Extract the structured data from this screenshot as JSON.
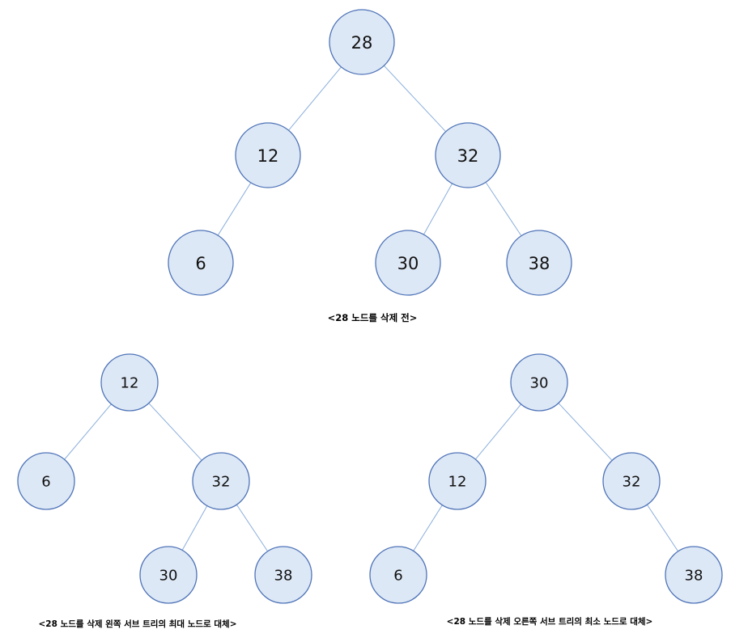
{
  "trees": [
    {
      "id": "before",
      "caption": "<28 노드를 삭제 전>",
      "nodes": [
        {
          "id": "n28",
          "label": "28"
        },
        {
          "id": "n12",
          "label": "12"
        },
        {
          "id": "n32",
          "label": "32"
        },
        {
          "id": "n6",
          "label": "6"
        },
        {
          "id": "n30",
          "label": "30"
        },
        {
          "id": "n38",
          "label": "38"
        }
      ],
      "edges": [
        [
          "n28",
          "n12"
        ],
        [
          "n28",
          "n32"
        ],
        [
          "n12",
          "n6"
        ],
        [
          "n32",
          "n30"
        ],
        [
          "n32",
          "n38"
        ]
      ]
    },
    {
      "id": "left-max",
      "caption": "<28 노드를 삭제 왼쪽 서브 트리의 최대 노드로 대체>",
      "nodes": [
        {
          "id": "n12",
          "label": "12"
        },
        {
          "id": "n6",
          "label": "6"
        },
        {
          "id": "n32",
          "label": "32"
        },
        {
          "id": "n30",
          "label": "30"
        },
        {
          "id": "n38",
          "label": "38"
        }
      ],
      "edges": [
        [
          "n12",
          "n6"
        ],
        [
          "n12",
          "n32"
        ],
        [
          "n32",
          "n30"
        ],
        [
          "n32",
          "n38"
        ]
      ]
    },
    {
      "id": "right-min",
      "caption": "<28 노드를 삭제 오른쪽 서브 트리의 최소 노드로 대체>",
      "nodes": [
        {
          "id": "n30",
          "label": "30"
        },
        {
          "id": "n12",
          "label": "12"
        },
        {
          "id": "n32",
          "label": "32"
        },
        {
          "id": "n6",
          "label": "6"
        },
        {
          "id": "n38",
          "label": "38"
        }
      ],
      "edges": [
        [
          "n30",
          "n12"
        ],
        [
          "n30",
          "n32"
        ],
        [
          "n12",
          "n6"
        ],
        [
          "n32",
          "n38"
        ]
      ]
    }
  ]
}
